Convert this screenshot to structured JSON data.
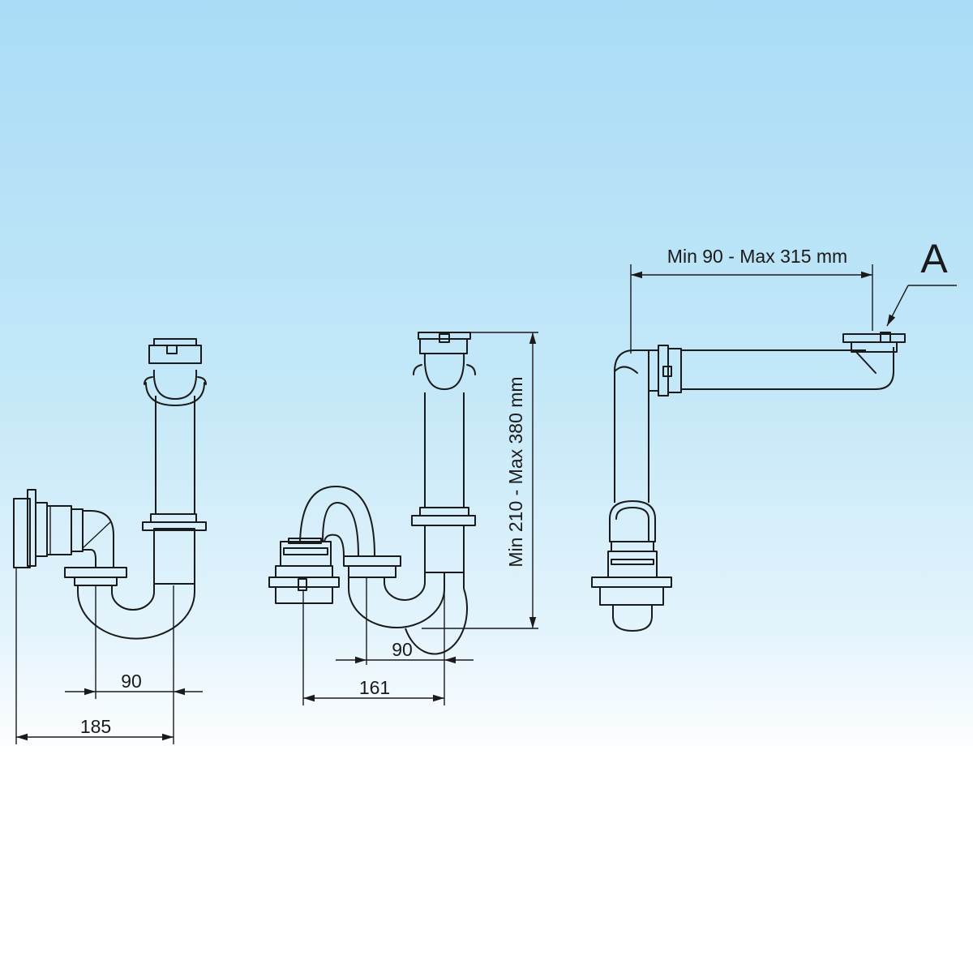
{
  "dimensions": {
    "trap1_offset": "90",
    "trap1_width": "185",
    "trap2_offset": "90",
    "trap2_width": "161",
    "trap2_height": "Min 210 - Max 380 mm",
    "trap3_length": "Min 90 - Max 315 mm",
    "callout_label": "A"
  },
  "colors": {
    "background_top": "#a9dcf6",
    "background_bottom": "#ffffff",
    "line": "#1a1a1a"
  }
}
